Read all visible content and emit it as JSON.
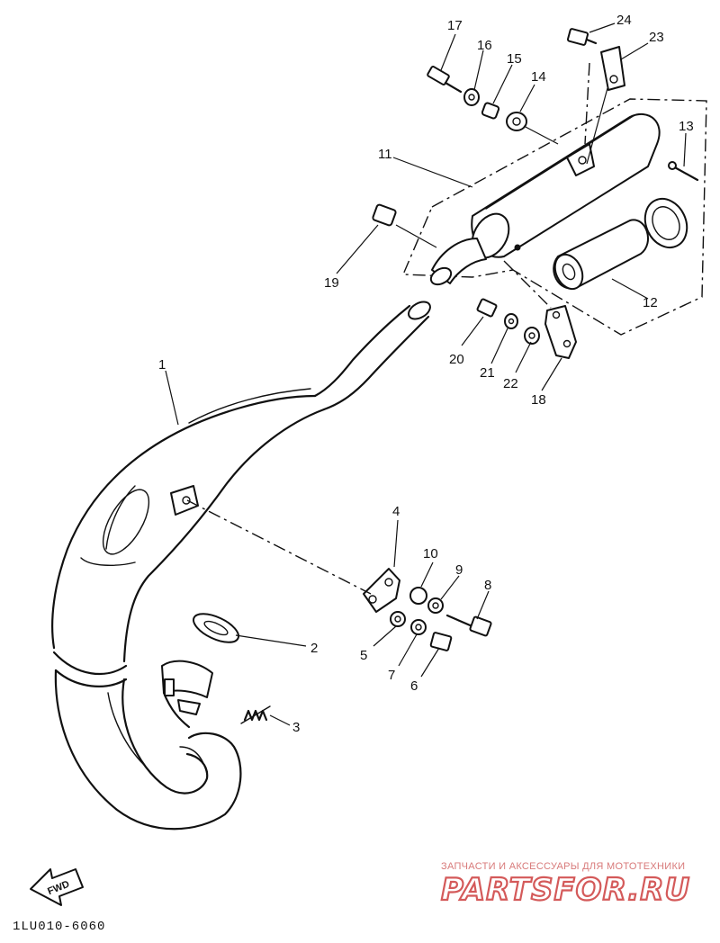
{
  "diagram": {
    "part_labels": [
      {
        "id": "1",
        "text": "1"
      },
      {
        "id": "2",
        "text": "2"
      },
      {
        "id": "3",
        "text": "3"
      },
      {
        "id": "4",
        "text": "4"
      },
      {
        "id": "5",
        "text": "5"
      },
      {
        "id": "6",
        "text": "6"
      },
      {
        "id": "7",
        "text": "7"
      },
      {
        "id": "8",
        "text": "8"
      },
      {
        "id": "9",
        "text": "9"
      },
      {
        "id": "10",
        "text": "10"
      },
      {
        "id": "11",
        "text": "11"
      },
      {
        "id": "12",
        "text": "12"
      },
      {
        "id": "13",
        "text": "13"
      },
      {
        "id": "14",
        "text": "14"
      },
      {
        "id": "15",
        "text": "15"
      },
      {
        "id": "16",
        "text": "16"
      },
      {
        "id": "17",
        "text": "17"
      },
      {
        "id": "18",
        "text": "18"
      },
      {
        "id": "19",
        "text": "19"
      },
      {
        "id": "20",
        "text": "20"
      },
      {
        "id": "21",
        "text": "21"
      },
      {
        "id": "22",
        "text": "22"
      },
      {
        "id": "23",
        "text": "23"
      },
      {
        "id": "24",
        "text": "24"
      }
    ],
    "direction_arrow": "FWD",
    "diagram_code": "1LU010-6060"
  },
  "watermark": {
    "tagline": "ЗАПЧАСТИ И АКСЕССУАРЫ ДЛЯ МОТОТЕХНИКИ",
    "brand": "PARTSFOR.RU"
  }
}
